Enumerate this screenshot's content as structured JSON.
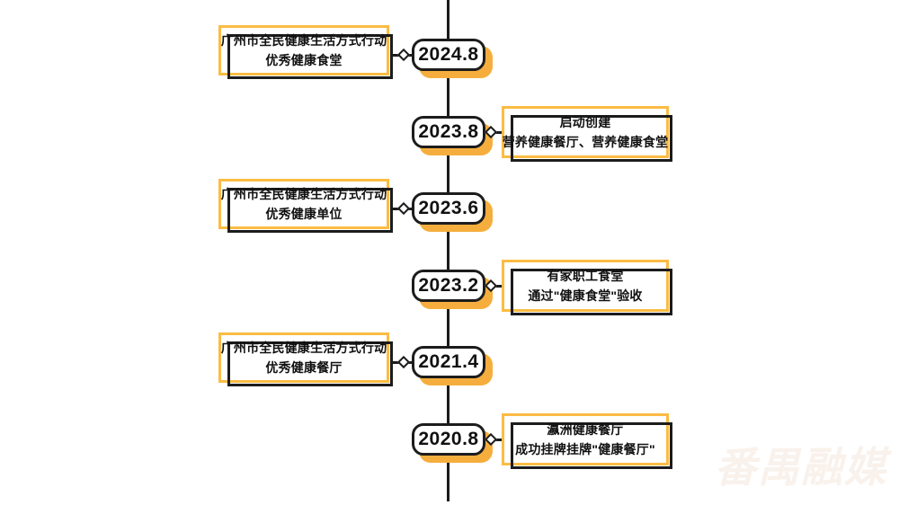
{
  "colors": {
    "ink": "#1C1C1C",
    "box_border_yellow": "#FBBC44",
    "node_shadow_yellow": "#F5AE3E",
    "background": "#FFFFFF",
    "watermark_color": "#F9F1EB"
  },
  "timeline": {
    "type": "vertical-timeline",
    "entries": [
      {
        "date": "2024.8",
        "side": "left",
        "line1": "广州市全民健康生活方式行动",
        "line2": "优秀健康食堂"
      },
      {
        "date": "2023.8",
        "side": "right",
        "line1": "启动创建",
        "line2": "营养健康餐厅、营养健康食堂"
      },
      {
        "date": "2023.6",
        "side": "left",
        "line1": "广州市全民健康生活方式行动",
        "line2": "优秀健康单位"
      },
      {
        "date": "2023.2",
        "side": "right",
        "line1": "有家职工食堂",
        "line2": "通过\"健康食堂\"验收"
      },
      {
        "date": "2021.4",
        "side": "left",
        "line1": "广州市全民健康生活方式行动",
        "line2": "优秀健康餐厅"
      },
      {
        "date": "2020.8",
        "side": "right",
        "line1": "瀛洲健康餐厅",
        "line2": "成功挂牌挂牌\"健康餐厅\""
      }
    ]
  },
  "watermark": {
    "text": "番禺融媒"
  }
}
